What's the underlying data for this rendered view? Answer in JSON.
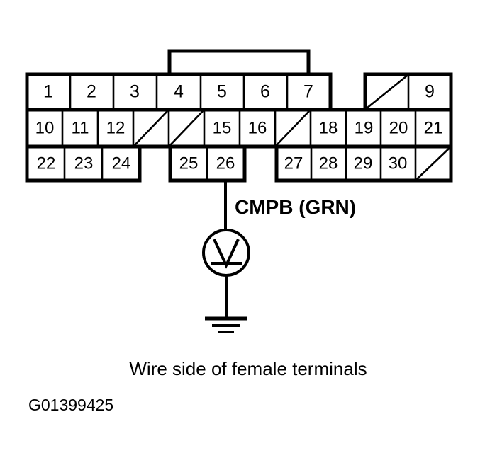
{
  "diagram": {
    "type": "connector-terminal-pinout",
    "title_caption": "Wire side of female terminals",
    "figure_code": "G01399425",
    "probe_label": "CMPB (GRN)",
    "meter_symbol": "voltmeter-dc",
    "ground_symbol": "chassis-ground",
    "colors": {
      "line": "#000000",
      "background": "#ffffff",
      "text": "#000000"
    },
    "connector": {
      "rows": [
        {
          "row_index": 1,
          "cells": [
            {
              "label": "1",
              "blank": false
            },
            {
              "label": "2",
              "blank": false
            },
            {
              "label": "3",
              "blank": false
            },
            {
              "label": "4",
              "blank": false
            },
            {
              "label": "5",
              "blank": false
            },
            {
              "label": "6",
              "blank": false
            },
            {
              "label": "7",
              "blank": false
            },
            {
              "label": "",
              "blank": true
            },
            {
              "label": "9",
              "blank": false
            }
          ]
        },
        {
          "row_index": 2,
          "cells": [
            {
              "label": "10",
              "blank": false
            },
            {
              "label": "11",
              "blank": false
            },
            {
              "label": "12",
              "blank": false
            },
            {
              "label": "",
              "blank": true
            },
            {
              "label": "",
              "blank": true
            },
            {
              "label": "15",
              "blank": false
            },
            {
              "label": "16",
              "blank": false
            },
            {
              "label": "",
              "blank": true
            },
            {
              "label": "18",
              "blank": false
            },
            {
              "label": "19",
              "blank": false
            },
            {
              "label": "20",
              "blank": false
            },
            {
              "label": "21",
              "blank": false
            }
          ]
        },
        {
          "row_index": 3,
          "cells": [
            {
              "label": "22",
              "blank": false
            },
            {
              "label": "23",
              "blank": false
            },
            {
              "label": "24",
              "blank": false
            },
            {
              "label": "25",
              "blank": false
            },
            {
              "label": "26",
              "blank": false
            },
            {
              "label": "27",
              "blank": false
            },
            {
              "label": "28",
              "blank": false
            },
            {
              "label": "29",
              "blank": false
            },
            {
              "label": "30",
              "blank": false
            },
            {
              "label": "",
              "blank": true
            }
          ]
        }
      ],
      "probe_terminal": "26"
    }
  }
}
